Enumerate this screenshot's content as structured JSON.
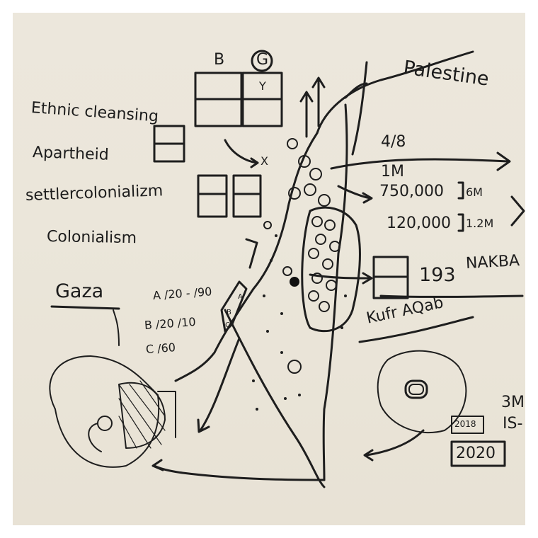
{
  "title": "Palestine",
  "terms": [
    "Ethnic cleansing",
    "Apartheid",
    "settlercolonializm",
    "Colonialism"
  ],
  "letters": {
    "b": "B",
    "g": "G",
    "x": "X",
    "y": "Y"
  },
  "stats": [
    "4/8",
    "1M",
    "750,000",
    "6M",
    "120,000",
    "1.2M",
    "193"
  ],
  "nakba": "NAKBA",
  "gaza": "Gaza",
  "areas": [
    "A /20 - /90",
    "B /20 /10",
    "C /60"
  ],
  "map_letters": [
    "A",
    "B",
    "C"
  ],
  "kufr_aqab": "Kufr AQab",
  "edge_text": [
    "3M",
    "IS-"
  ],
  "years": [
    "2018",
    "2020"
  ],
  "colors": {
    "paper": "#ebe6da",
    "ink": "#1c1c1c",
    "frame": "#ffffff"
  }
}
